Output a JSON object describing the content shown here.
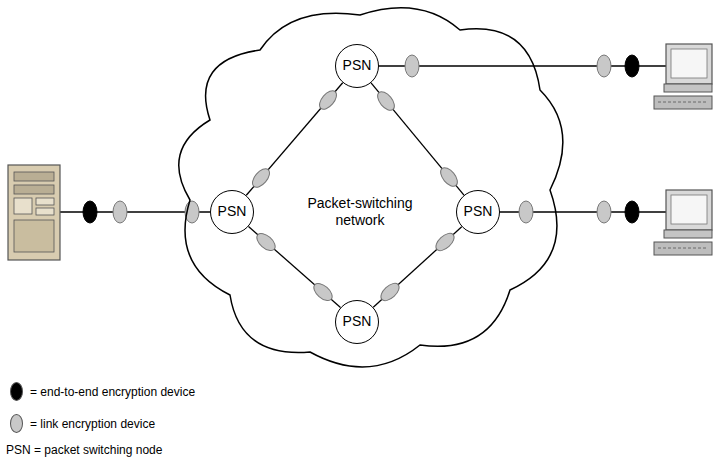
{
  "diagram": {
    "nodes": [
      {
        "text": [
          "Packet-switching network"
        ]
      },
      {
        "text": [
          "PSN"
        ],
        "in": 0
      },
      {
        "text": [
          "PSN"
        ],
        "in": 0
      },
      {
        "text": [
          "PSN"
        ],
        "in": 0
      },
      {
        "text": [
          "PSN"
        ],
        "in": 0
      }
    ],
    "edges": [
      {
        "from": 1,
        "to": 2,
        "arrow": "none"
      },
      {
        "from": 1,
        "to": 3,
        "arrow": "none"
      },
      {
        "from": 2,
        "to": 4,
        "arrow": "none"
      },
      {
        "from": 3,
        "to": 4,
        "arrow": "none"
      }
    ],
    "labels": [
      "PSN = packet switching node"
    ],
    "legend": [
      {
        "text": "= end-to-end encryption device",
        "color": "#000000"
      },
      {
        "text": "= link encryption device",
        "color": "#c8c8c8"
      }
    ]
  }
}
